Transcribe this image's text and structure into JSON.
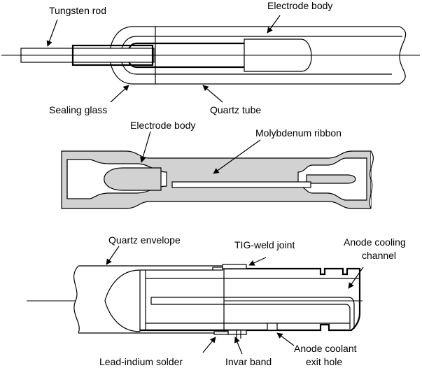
{
  "diagram": {
    "panel_top": {
      "labels": {
        "tungsten_rod": "Tungsten rod",
        "electrode_body": "Electrode body",
        "sealing_glass": "Sealing glass",
        "quartz_tube": "Quartz tube"
      }
    },
    "panel_middle": {
      "labels": {
        "electrode_body": "Electrode body",
        "molybdenum_ribbon": "Molybdenum ribbon"
      }
    },
    "panel_bottom": {
      "labels": {
        "quartz_envelope": "Quartz envelope",
        "tig_weld_joint": "TIG-weld joint",
        "anode_cooling_line1": "Anode cooling",
        "anode_cooling_line2": "channel",
        "lead_indium_solder": "Lead-indium solder",
        "invar_band": "Invar band",
        "anode_coolant_line1": "Anode coolant",
        "anode_coolant_line2": "exit hole"
      }
    },
    "colors": {
      "line": "#000000",
      "fill_grey": "#d2d2d2",
      "background": "#ffffff"
    }
  }
}
